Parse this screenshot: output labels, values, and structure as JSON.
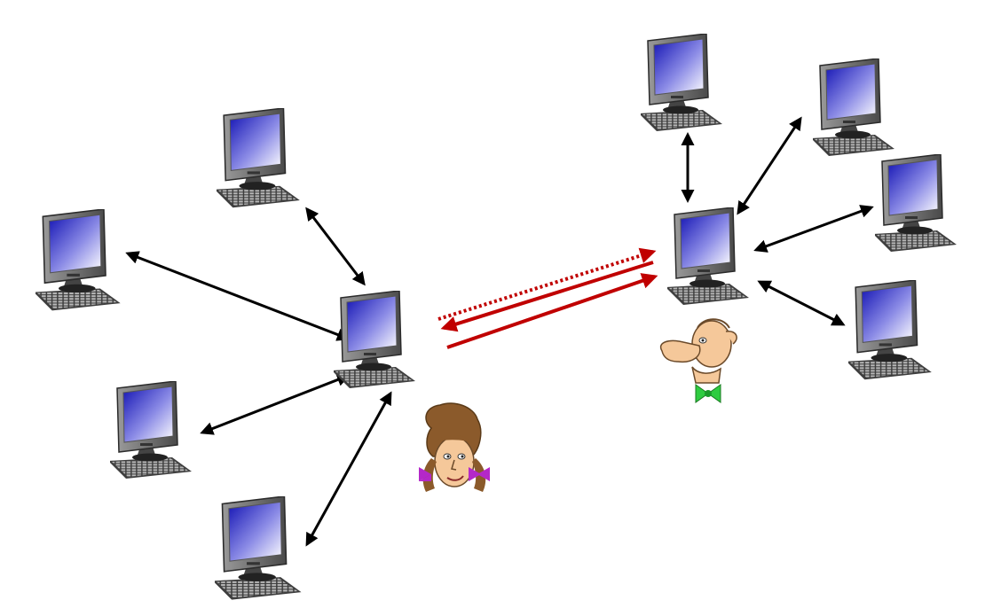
{
  "colors": {
    "background": "#ffffff",
    "screen_top": "#1414b4",
    "screen_bottom": "#ffffff",
    "monitor_frame": "#6e6e6e",
    "monitor_dark": "#2b2b2b",
    "keyboard": "#4a4a4a",
    "connection": "#000000",
    "message": "#c00000"
  },
  "icons": {
    "computer": "desktop-computer-icon",
    "person_left": "girl-face-icon",
    "person_right": "man-face-icon"
  },
  "networks": [
    {
      "name": "left-peer-cluster",
      "hub": "left-hub-computer",
      "peers": [
        "left-peer-top",
        "left-peer-upper-left",
        "left-peer-lower-left",
        "left-peer-bottom"
      ]
    },
    {
      "name": "right-peer-cluster",
      "hub": "right-hub-computer",
      "peers": [
        "right-peer-top",
        "right-peer-upper-right",
        "right-peer-middle-right",
        "right-peer-lower-right"
      ]
    }
  ],
  "messages": [
    {
      "from": "left-hub-computer",
      "to": "right-hub-computer",
      "style": "dotted"
    },
    {
      "from": "right-hub-computer",
      "to": "left-hub-computer",
      "style": "solid"
    },
    {
      "from": "left-hub-computer",
      "to": "right-hub-computer",
      "style": "solid"
    }
  ]
}
